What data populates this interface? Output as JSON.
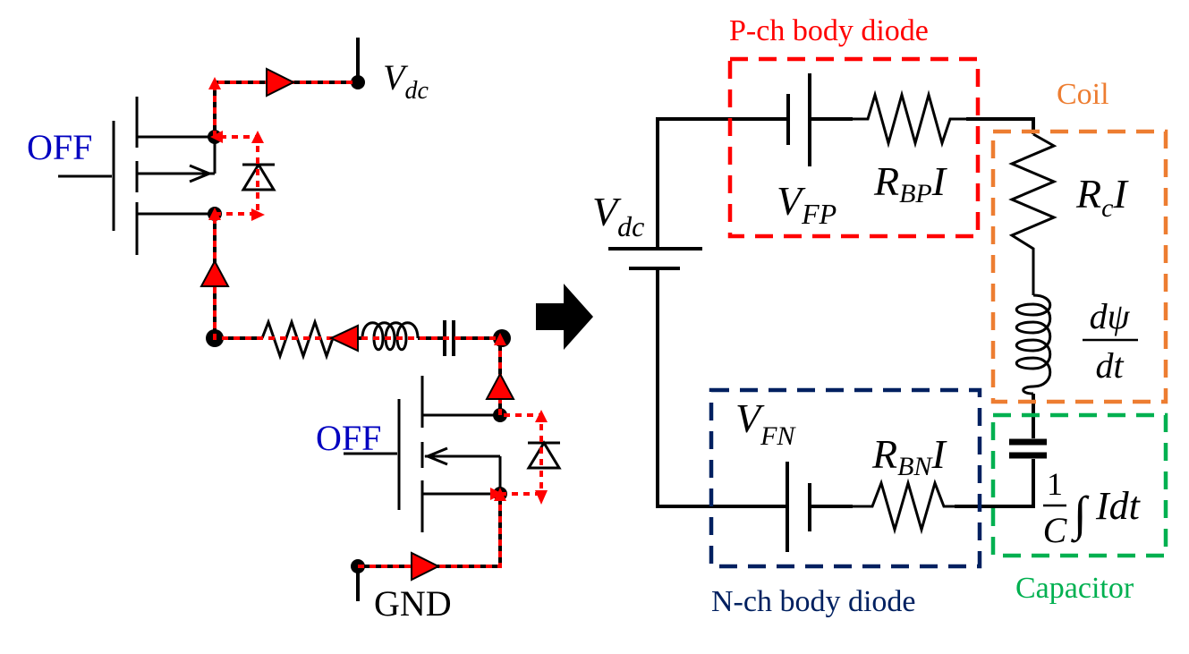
{
  "left_circuit": {
    "upper_switch_state": "OFF",
    "lower_switch_state": "OFF",
    "supply_label": {
      "main": "V",
      "sub": "dc"
    },
    "ground_label": "GND"
  },
  "transform_arrow": "right-arrow",
  "right_circuit": {
    "source_label": {
      "main": "V",
      "sub": "dc"
    },
    "groups": [
      {
        "id": "p-ch",
        "title": "P-ch body diode",
        "color": "#ff0000",
        "elements": [
          {
            "type": "voltage-source",
            "label": {
              "main": "V",
              "sub": "FP"
            }
          },
          {
            "type": "resistor",
            "label": {
              "main": "R",
              "sub": "BP",
              "suffix": "I"
            }
          }
        ]
      },
      {
        "id": "coil",
        "title": "Coil",
        "color": "#ed7d31",
        "elements": [
          {
            "type": "resistor",
            "label": {
              "main": "R",
              "sub": "c",
              "suffix": "I"
            }
          },
          {
            "type": "inductor",
            "label": {
              "numerator": "dψ",
              "denominator": "dt"
            }
          }
        ]
      },
      {
        "id": "n-ch",
        "title": "N-ch body diode",
        "color": "#002060",
        "elements": [
          {
            "type": "voltage-source",
            "label": {
              "main": "V",
              "sub": "FN"
            }
          },
          {
            "type": "resistor",
            "label": {
              "main": "R",
              "sub": "BN",
              "suffix": "I"
            }
          }
        ]
      },
      {
        "id": "capacitor",
        "title": "Capacitor",
        "color": "#00b050",
        "elements": [
          {
            "type": "capacitor",
            "label": {
              "numerator": "1",
              "denominator": "C",
              "integral": "∫",
              "integrand": "Idt"
            }
          }
        ]
      }
    ]
  }
}
